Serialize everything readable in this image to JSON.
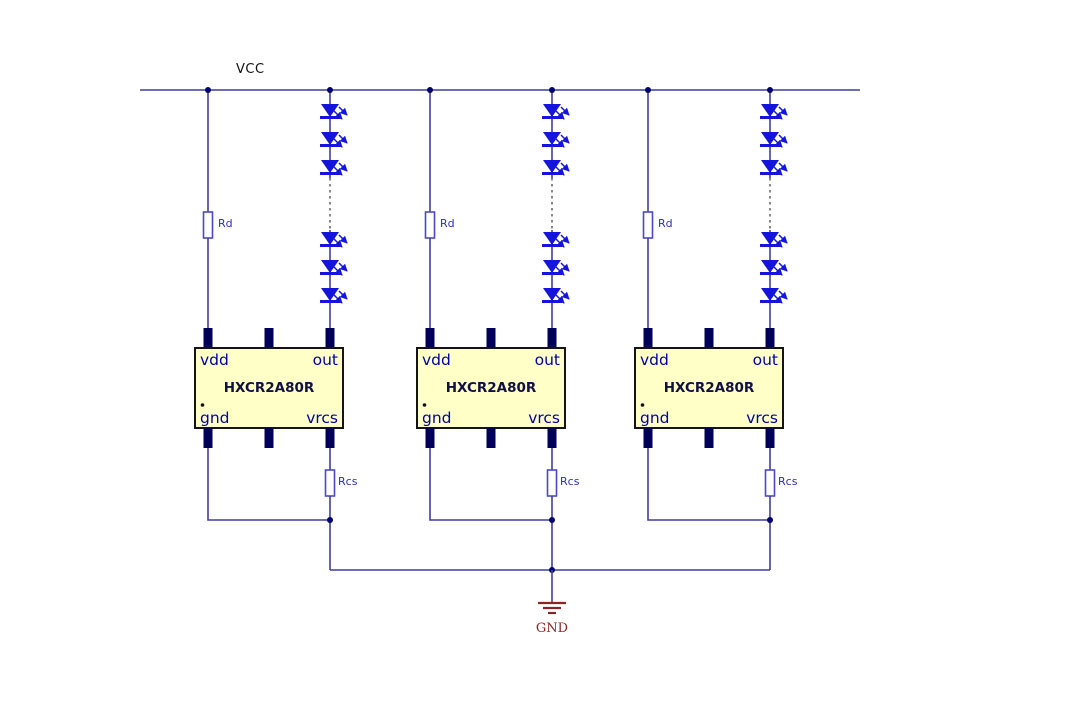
{
  "diagram": {
    "power_label": "VCC",
    "ground_label": "GND",
    "modules": [
      {
        "part_number": "HXCR2A80R",
        "rd_label": "Rd",
        "rcs_label": "Rcs",
        "pins": {
          "vdd": "vdd",
          "out": "out",
          "gnd": "gnd",
          "vrcs": "vrcs"
        }
      },
      {
        "part_number": "HXCR2A80R",
        "rd_label": "Rd",
        "rcs_label": "Rcs",
        "pins": {
          "vdd": "vdd",
          "out": "out",
          "gnd": "gnd",
          "vrcs": "vrcs"
        }
      },
      {
        "part_number": "HXCR2A80R",
        "rd_label": "Rd",
        "rcs_label": "Rcs",
        "pins": {
          "vdd": "vdd",
          "out": "out",
          "gnd": "gnd",
          "vrcs": "vrcs"
        }
      }
    ],
    "colors": {
      "wire": "#3f3f9d",
      "led": "#1414dd",
      "pin_stub": "#00005a",
      "ic_fill": "#ffffc8",
      "ic_border": "#141414",
      "pin_label": "#0000a2",
      "resistor_label": "#2d2dc2",
      "ground": "#8b2525"
    }
  }
}
